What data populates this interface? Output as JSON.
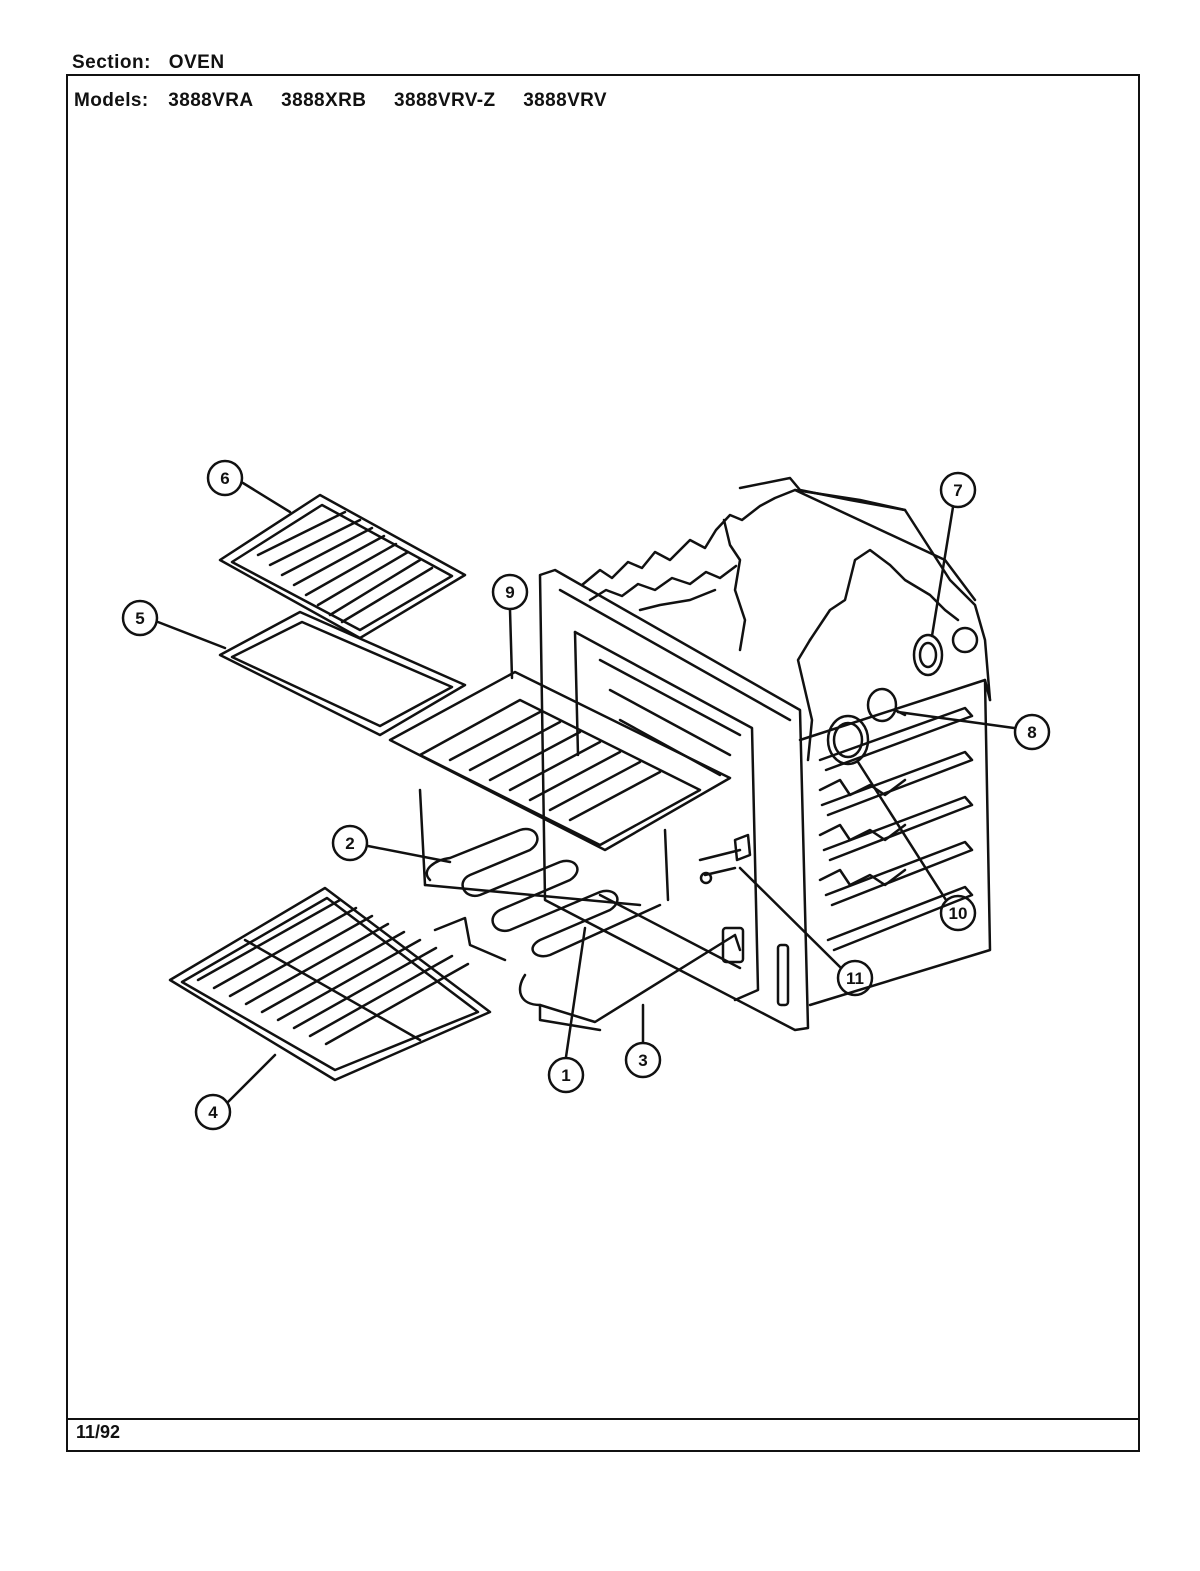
{
  "header": {
    "section_label": "Section:",
    "section_value": "OVEN",
    "models_label": "Models:",
    "models": [
      "3888VRA",
      "3888XRB",
      "3888VRV-Z",
      "3888VRV"
    ]
  },
  "footer": {
    "date": "11/92"
  },
  "callouts": [
    "1",
    "2",
    "3",
    "4",
    "5",
    "6",
    "7",
    "8",
    "9",
    "10",
    "11"
  ]
}
